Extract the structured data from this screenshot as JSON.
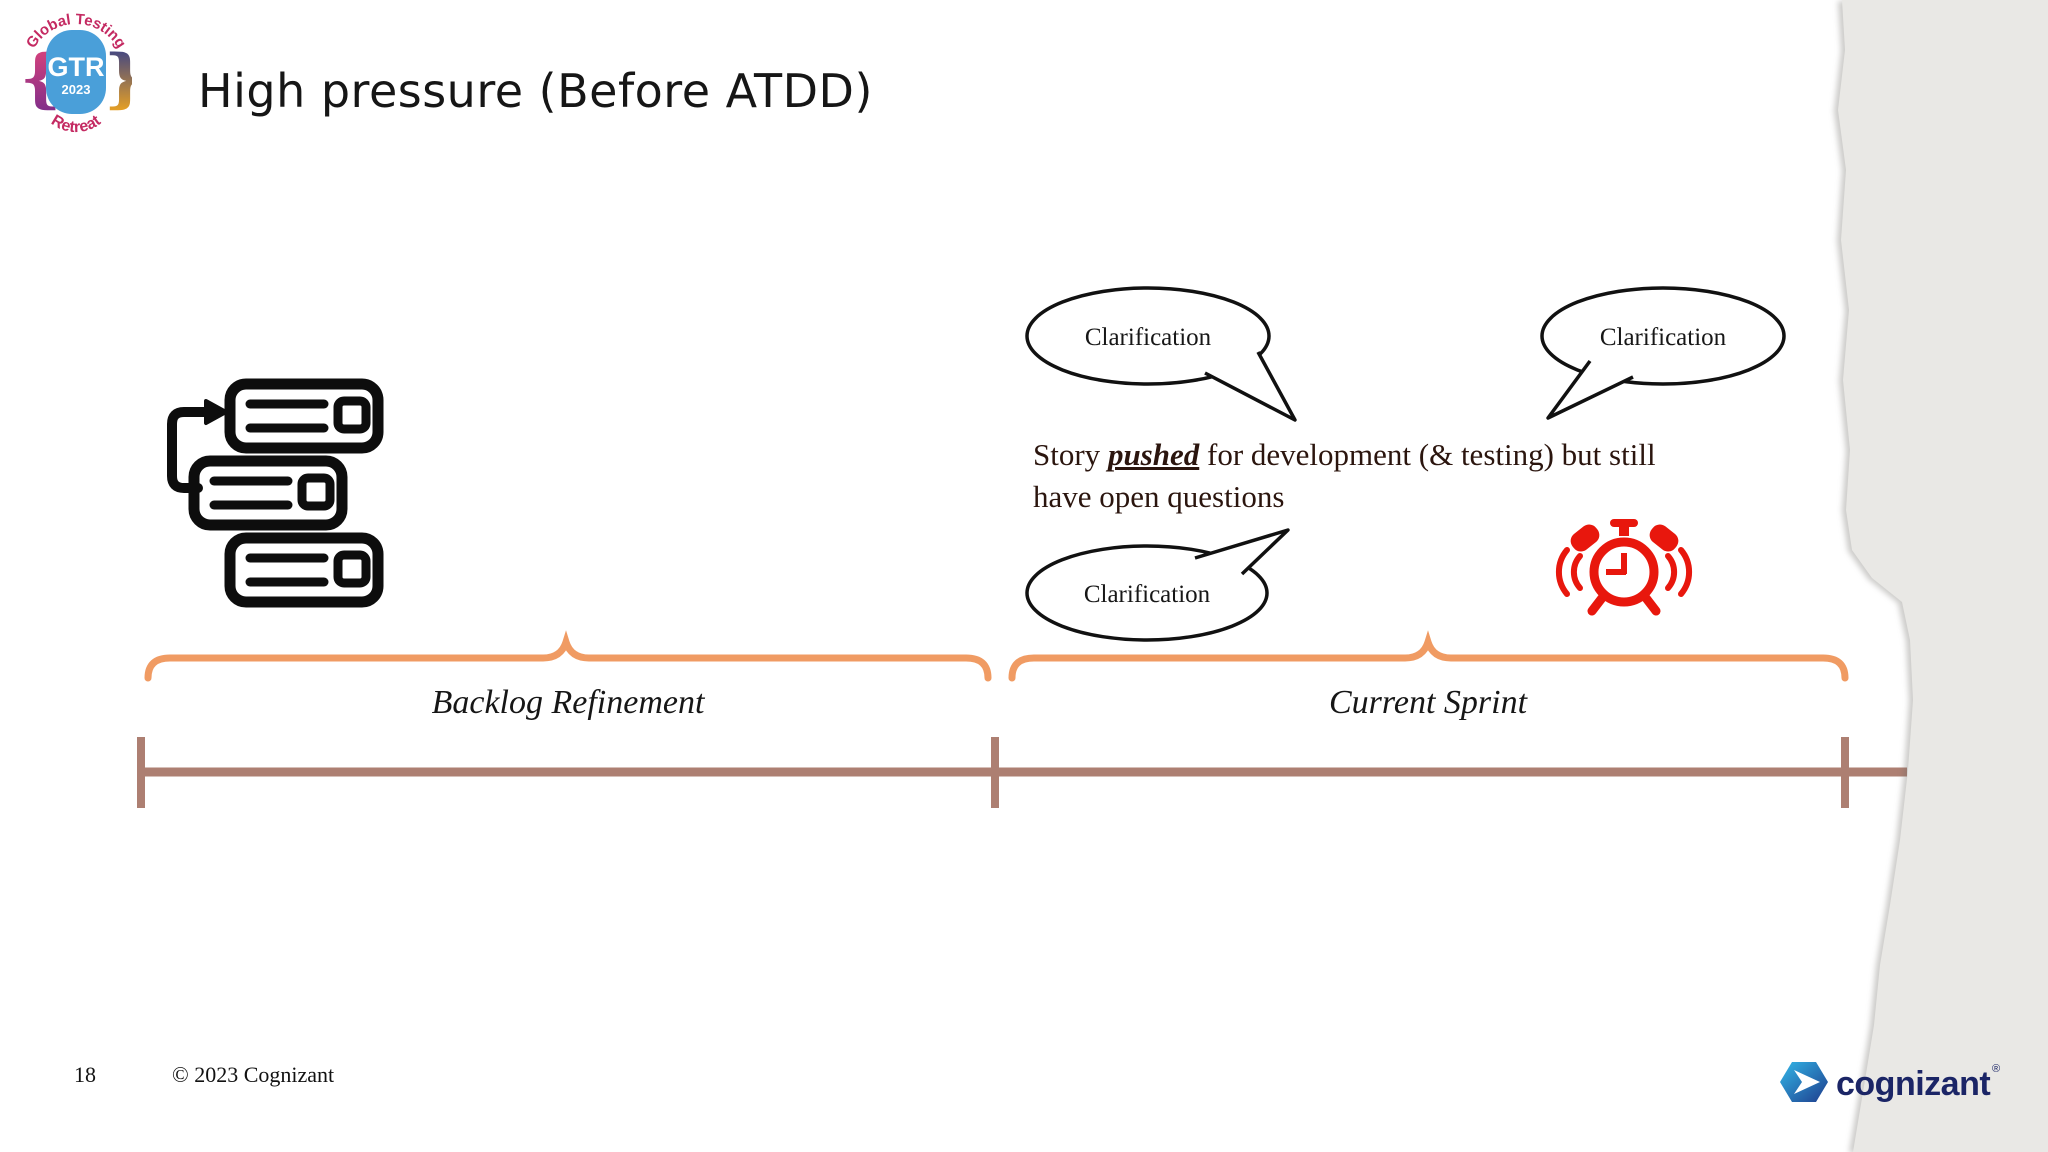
{
  "slide": {
    "title": "High pressure (Before ATDD)",
    "page_number": "18",
    "copyright": "© 2023 Cognizant"
  },
  "gtr_logo": {
    "arc_top": "Global Testing",
    "acronym": "GTR",
    "year": "2023",
    "arc_bottom": "Retreat"
  },
  "bubbles": [
    {
      "label": "Clarification"
    },
    {
      "label": "Clarification"
    },
    {
      "label": "Clarification"
    }
  ],
  "story": {
    "lead": "Story ",
    "emphasis": "pushed",
    "rest": " for development (& testing) but still",
    "line2": "have open questions"
  },
  "sections": {
    "left_label": "Backlog Refinement",
    "right_label": "Current Sprint"
  },
  "brand": {
    "wordmark": "cognizant",
    "registered": "®"
  },
  "icons": {
    "backlog": "backlog-cards-icon",
    "alarm": "alarm-clock-icon",
    "gem": "cognizant-gem-icon"
  },
  "colors": {
    "brace_orange": "#F09B63",
    "timeline_brown": "#AD7F72",
    "alarm_red": "#E8170D",
    "torn_gray": "#E9E8E5",
    "brand_navy": "#1B2566",
    "gtr_blue": "#4A9FD9",
    "gtr_crimson": "#C42A62"
  }
}
